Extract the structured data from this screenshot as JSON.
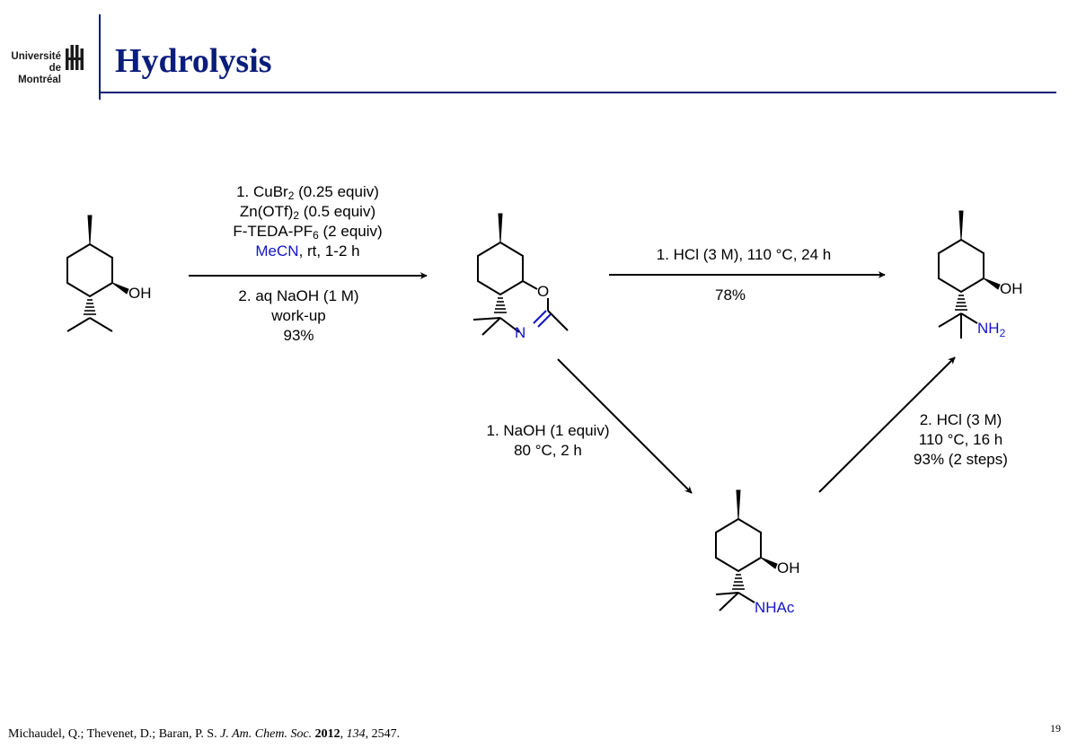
{
  "logo": {
    "line1": "Université",
    "line2": "de Montréal"
  },
  "title": "Hydrolysis",
  "step1": {
    "lines": [
      {
        "main": "1. CuBr",
        "sub": "2",
        "rest": " (0.25 equiv)"
      },
      {
        "main": "Zn(OTf)",
        "sub": "2",
        "rest": " (0.5 equiv)"
      },
      {
        "main": "F-TEDA-PF",
        "sub": "6",
        "rest": " (2 equiv)"
      },
      {
        "solvent": "MeCN",
        "rest": ", rt, 1-2 h"
      }
    ],
    "lower": [
      "2. aq NaOH (1 M)",
      "work-up",
      "93%"
    ]
  },
  "step2": {
    "upper": "1. HCl (3 M), 110 °C, 24 h",
    "lower": "78%"
  },
  "step3": {
    "lines": [
      "1. NaOH (1 equiv)",
      "80 °C, 2 h"
    ]
  },
  "step4": {
    "lines": [
      "2. HCl (3 M)",
      "110 °C, 16 h",
      "93% (2 steps)"
    ]
  },
  "atoms": {
    "oh": "OH",
    "o": "O",
    "n": "N",
    "nh": "NH",
    "nh_sub": "2",
    "nhac": "NHAc"
  },
  "citation": {
    "authors": "Michaudel, Q.; Thevenet, D.; Baran, P. S.",
    "journal": "J. Am. Chem. Soc.",
    "year": "2012",
    "volume": "134",
    "pages": ", 2547."
  },
  "page_number": "19",
  "colors": {
    "title": "#0b1d7a",
    "heteroatom": "#1414c8",
    "rule": "#0b1d7a"
  }
}
